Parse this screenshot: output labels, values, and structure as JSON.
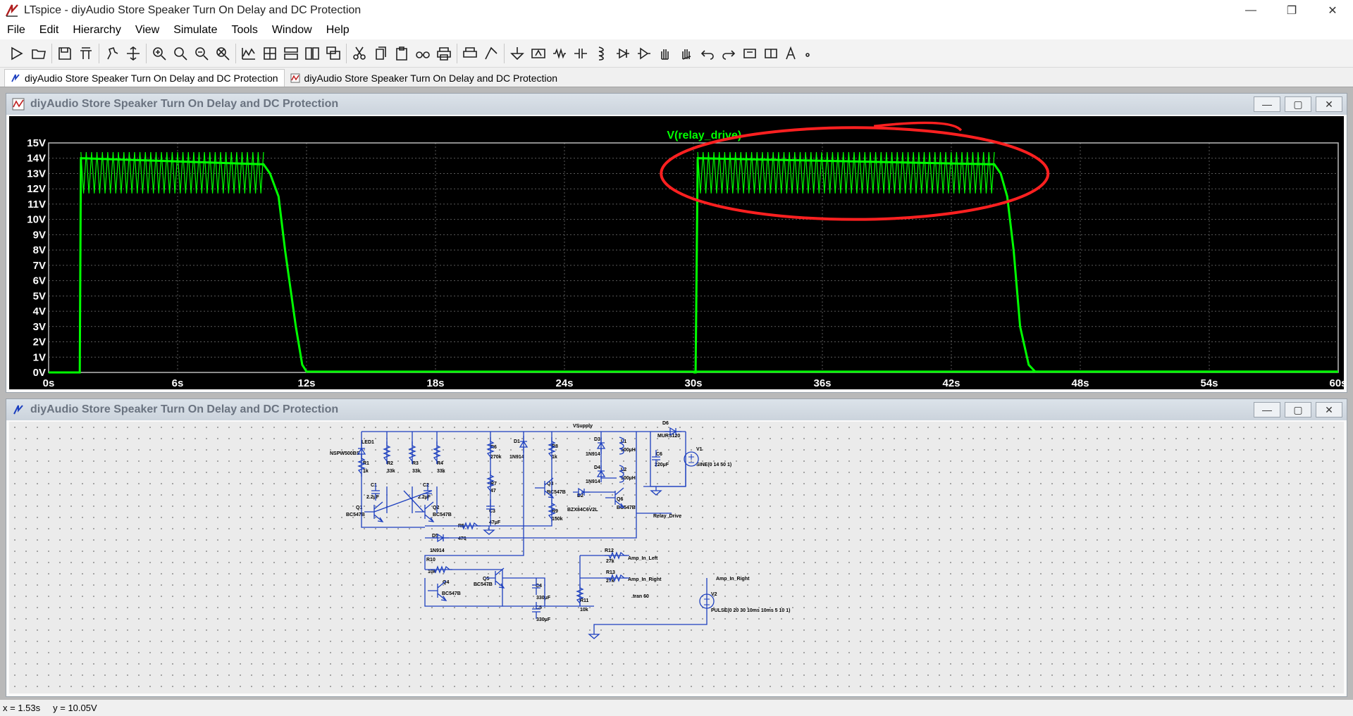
{
  "window": {
    "title": "LTspice - diyAudio Store Speaker Turn On Delay and DC Protection",
    "controls": [
      "—",
      "❐",
      "✕"
    ]
  },
  "menu": [
    "File",
    "Edit",
    "Hierarchy",
    "View",
    "Simulate",
    "Tools",
    "Window",
    "Help"
  ],
  "toolbar_icons": [
    "run-icon",
    "open-icon",
    "save-icon",
    "control-panel-icon",
    "halt-icon",
    "pan-icon",
    "zoom-in-icon",
    "zoom-back-icon",
    "zoom-out-icon",
    "zoom-fit-icon",
    "autoscale-icon",
    "grid-icon",
    "tile-horizontal-icon",
    "tile-vertical-icon",
    "cascade-icon",
    "cut-icon",
    "copy-icon",
    "paste-icon",
    "find-icon",
    "print-icon",
    "print-preview-icon",
    "wire-icon",
    "ground-icon",
    "label-icon",
    "resistor-icon",
    "capacitor-icon",
    "inductor-icon",
    "diode-icon",
    "component-icon",
    "move-icon",
    "drag-icon",
    "undo-icon",
    "redo-icon",
    "rotate-icon",
    "mirror-icon",
    "text-icon",
    "spice-directive-icon"
  ],
  "tabs": [
    {
      "label": "diyAudio Store Speaker Turn On Delay and DC Protection",
      "icon": "schematic-icon",
      "active": true
    },
    {
      "label": "diyAudio Store Speaker Turn On Delay and DC Protection",
      "icon": "waveform-icon",
      "active": false
    }
  ],
  "waveform_window": {
    "title": "diyAudio Store Speaker Turn On Delay and DC Protection"
  },
  "schematic_window": {
    "title": "diyAudio Store Speaker Turn On Delay and DC Protection"
  },
  "chart_data": {
    "type": "line",
    "title": "",
    "series": [
      {
        "name": "V(relay_drive)",
        "color": "#00ff00",
        "x": [
          0,
          1.45,
          1.5,
          10,
          10.3,
          10.7,
          11,
          11.5,
          11.8,
          12,
          60
        ],
        "y": [
          0,
          0,
          14.0,
          13.6,
          13.0,
          11.5,
          8.0,
          3.0,
          0.5,
          0.05,
          0.05
        ],
        "ripple": {
          "x_start": 1.5,
          "x_end": 10,
          "low": 11.7,
          "high": 14.4
        }
      },
      {
        "name": "",
        "color": "#00ff00",
        "x": [
          30,
          30.1,
          30.2,
          44,
          44.3,
          44.6,
          44.9,
          45.2,
          45.6,
          45.9,
          60
        ],
        "y": [
          0,
          0,
          14.0,
          13.6,
          13.0,
          11.5,
          8.0,
          3.0,
          0.5,
          0.05,
          0.05
        ],
        "ripple": {
          "x_start": 30.2,
          "x_end": 44,
          "low": 11.7,
          "high": 14.4
        }
      }
    ],
    "xticks": [
      "0s",
      "6s",
      "12s",
      "18s",
      "24s",
      "30s",
      "36s",
      "42s",
      "48s",
      "54s",
      "60s"
    ],
    "yticks": [
      "0V",
      "1V",
      "2V",
      "3V",
      "4V",
      "5V",
      "6V",
      "7V",
      "8V",
      "9V",
      "10V",
      "11V",
      "12V",
      "13V",
      "14V",
      "15V"
    ],
    "xlim": [
      0,
      60
    ],
    "ylim": [
      0,
      15
    ],
    "grid": true,
    "annotation": {
      "type": "freehand-ellipse",
      "color": "#ff2020",
      "x_range": [
        28.5,
        46.5
      ],
      "y_range": [
        10,
        16
      ]
    }
  },
  "schematic": {
    "labels": [
      {
        "t": "VSupply"
      },
      {
        "t": "D6"
      },
      {
        "t": "MURS120"
      },
      {
        "t": "LED1"
      },
      {
        "t": "NSPW500BS"
      },
      {
        "t": "R1"
      },
      {
        "t": "1k"
      },
      {
        "t": "R2"
      },
      {
        "t": "33k"
      },
      {
        "t": "R3"
      },
      {
        "t": "33k"
      },
      {
        "t": "R4"
      },
      {
        "t": "33k"
      },
      {
        "t": "C1"
      },
      {
        "t": "2.2µF"
      },
      {
        "t": "C2"
      },
      {
        "t": "2.2µF"
      },
      {
        "t": "Q1"
      },
      {
        "t": "BC547B"
      },
      {
        "t": "Q2"
      },
      {
        "t": "BC547B"
      },
      {
        "t": "R5"
      },
      {
        "t": "470"
      },
      {
        "t": "D5"
      },
      {
        "t": "1N914"
      },
      {
        "t": "R6"
      },
      {
        "t": "270k"
      },
      {
        "t": "R7"
      },
      {
        "t": "47"
      },
      {
        "t": "C3"
      },
      {
        "t": "47µF"
      },
      {
        "t": "D1"
      },
      {
        "t": "1N914"
      },
      {
        "t": "R8"
      },
      {
        "t": "1k"
      },
      {
        "t": "Q3"
      },
      {
        "t": "BC547B"
      },
      {
        "t": "R9"
      },
      {
        "t": "150k"
      },
      {
        "t": "D2"
      },
      {
        "t": "BZX84C6V2L"
      },
      {
        "t": "D3"
      },
      {
        "t": "1N914"
      },
      {
        "t": "L1"
      },
      {
        "t": "500µH"
      },
      {
        "t": "D4"
      },
      {
        "t": "1N914"
      },
      {
        "t": "L2"
      },
      {
        "t": "500µH"
      },
      {
        "t": "C6"
      },
      {
        "t": "220µF"
      },
      {
        "t": "V1"
      },
      {
        "t": "SINE(0 14 50 1)"
      },
      {
        "t": "Q6"
      },
      {
        "t": "BC547B"
      },
      {
        "t": "Relay_Drive"
      },
      {
        "t": "R10"
      },
      {
        "t": "10k"
      },
      {
        "t": "Q4"
      },
      {
        "t": "BC547B"
      },
      {
        "t": "Q5"
      },
      {
        "t": "BC547B"
      },
      {
        "t": "C4"
      },
      {
        "t": "330µF"
      },
      {
        "t": "C5"
      },
      {
        "t": "330µF"
      },
      {
        "t": "R11"
      },
      {
        "t": "10k"
      },
      {
        "t": "R12"
      },
      {
        "t": "27k"
      },
      {
        "t": "Amp_In_Left"
      },
      {
        "t": "R13"
      },
      {
        "t": "27k"
      },
      {
        "t": "Amp_In_Right"
      },
      {
        "t": ".tran 60"
      },
      {
        "t": "Amp_In_Right"
      },
      {
        "t": "V2"
      },
      {
        "t": "PULSE(0 20 30 10ms 10ms 5 10 1)"
      }
    ]
  },
  "status": {
    "x": "x = 1.53s",
    "y": "y = 10.05V"
  }
}
